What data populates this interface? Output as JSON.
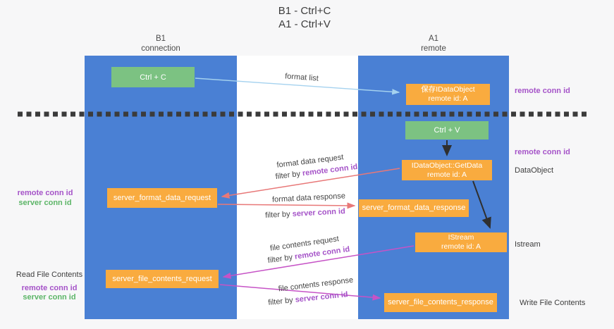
{
  "title": {
    "line1": "B1 - Ctrl+C",
    "line2": "A1 - Ctrl+V"
  },
  "columns": {
    "left": {
      "name": "B1",
      "subtitle": "connection"
    },
    "right": {
      "name": "A1",
      "subtitle": "remote"
    }
  },
  "nodes": {
    "ctrl_c": {
      "label": "Ctrl + C"
    },
    "ctrl_v": {
      "label": "Ctrl + V"
    },
    "save_dataobject": {
      "line1": "保存IDataObject",
      "line2": "remote id: A"
    },
    "getdata": {
      "line1": "IDataObject::GetData",
      "line2": "remote id: A"
    },
    "istream": {
      "line1": "IStream",
      "line2": "remote id: A"
    },
    "format_request": {
      "label": "server_format_data_request"
    },
    "format_response": {
      "label": "server_format_data_response"
    },
    "file_request": {
      "label": "server_file_contents_request"
    },
    "file_response": {
      "label": "server_file_contents_response"
    }
  },
  "side_labels": {
    "remote_conn_id_top": "remote conn id",
    "remote_conn_id_mid": "remote conn id",
    "dataobject": "DataObject",
    "istream": "Istream",
    "write_file_contents": "Write File Contents",
    "left_mid": {
      "remote": "remote conn id",
      "server": "server conn id"
    },
    "left_bottom": {
      "title": "Read File Contents",
      "remote": "remote conn id",
      "server": "server conn id"
    }
  },
  "flows": {
    "format_list": {
      "label": "format list"
    },
    "format_data_request": {
      "label": "format data request",
      "filter_prefix": "filter by ",
      "filter_key": "remote conn id"
    },
    "format_data_response": {
      "label": "format data response",
      "filter_prefix": "filter by ",
      "filter_key": "server conn id"
    },
    "file_contents_request": {
      "label": "file contents request",
      "filter_prefix": "filter by ",
      "filter_key": "remote conn id"
    },
    "file_contents_response": {
      "label": "file contents response",
      "filter_prefix": "filter by ",
      "filter_key": "server conn id"
    }
  },
  "colors": {
    "background": "#f7f7f8",
    "panel": "#ffffff",
    "column_blue": "#4a80d4",
    "node_green": "#7cc282",
    "node_orange": "#f9ab3f",
    "remote_conn_purple": "#a553c8",
    "server_conn_green": "#5cb567",
    "arrow_red": "#e87878",
    "arrow_magenta": "#c653c6",
    "arrow_lightblue": "#a5d2ef",
    "arrow_black": "#2f2f2f",
    "text_dark": "#3d3d3d"
  }
}
